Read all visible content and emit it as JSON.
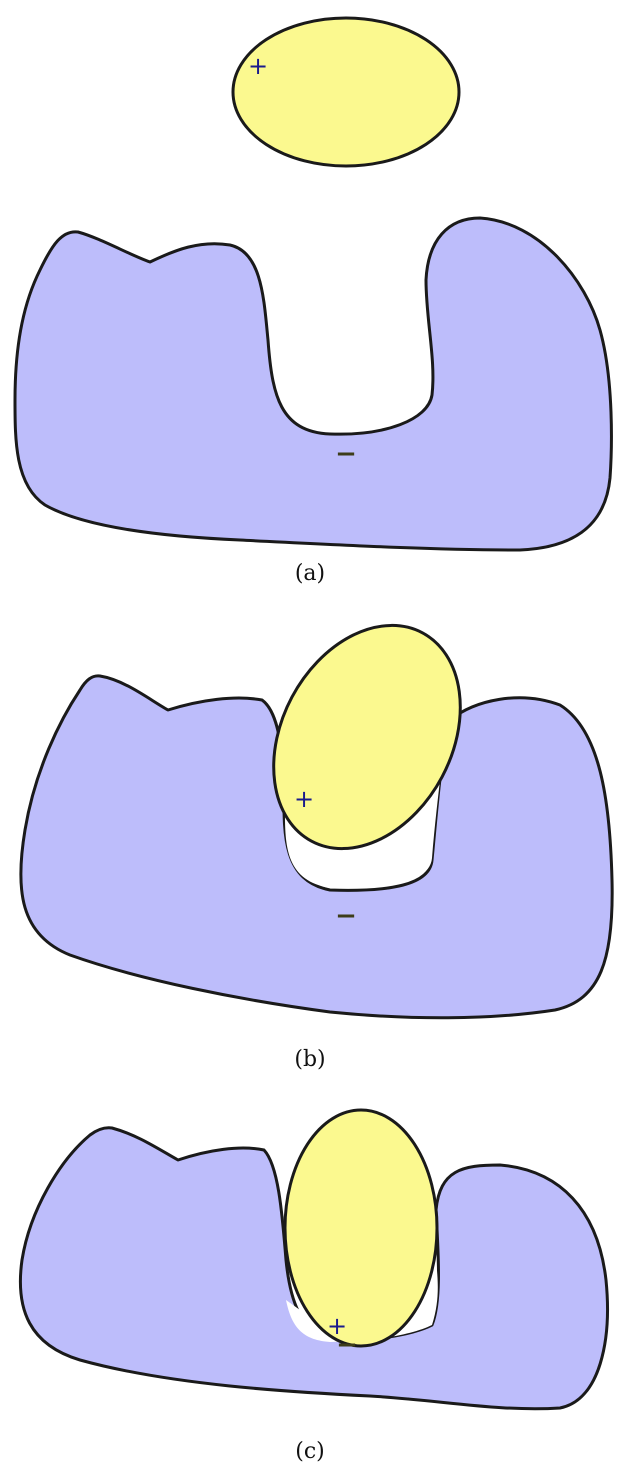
{
  "colors": {
    "ligand": "#fbf98f",
    "receptor": "#bdbdfb",
    "outline": "#1a1a1a",
    "plus": "#1a1a8c",
    "minus": "#3d3d1a"
  },
  "panels": [
    {
      "caption": "(a)",
      "plus_sign": "+",
      "minus_sign": "−"
    },
    {
      "caption": "(b)",
      "plus_sign": "+",
      "minus_sign": "−"
    },
    {
      "caption": "(c)",
      "plus_sign": "+",
      "minus_sign": "−"
    }
  ]
}
